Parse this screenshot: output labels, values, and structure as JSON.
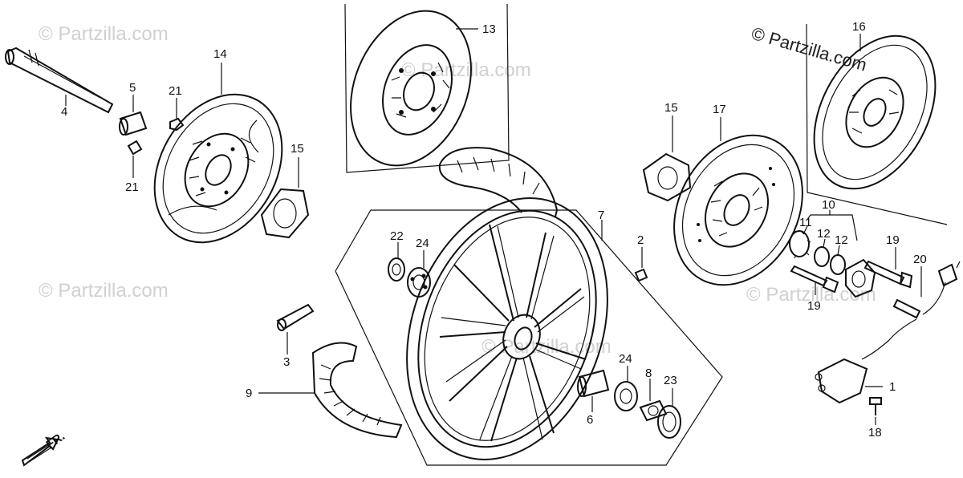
{
  "watermark": {
    "main": "© Partzilla.com",
    "faint": "© Partzilla.com"
  },
  "direction": {
    "label": "FR."
  },
  "callouts": [
    {
      "id": "c1",
      "text": "1"
    },
    {
      "id": "c2",
      "text": "2"
    },
    {
      "id": "c3",
      "text": "3"
    },
    {
      "id": "c4",
      "text": "4"
    },
    {
      "id": "c5",
      "text": "5"
    },
    {
      "id": "c6",
      "text": "6"
    },
    {
      "id": "c7",
      "text": "7"
    },
    {
      "id": "c8",
      "text": "8"
    },
    {
      "id": "c9",
      "text": "9"
    },
    {
      "id": "c10",
      "text": "10"
    },
    {
      "id": "c11",
      "text": "11"
    },
    {
      "id": "c12a",
      "text": "12"
    },
    {
      "id": "c12b",
      "text": "12"
    },
    {
      "id": "c13",
      "text": "13"
    },
    {
      "id": "c14",
      "text": "14"
    },
    {
      "id": "c15a",
      "text": "15"
    },
    {
      "id": "c15b",
      "text": "15"
    },
    {
      "id": "c16",
      "text": "16"
    },
    {
      "id": "c17",
      "text": "17"
    },
    {
      "id": "c18",
      "text": "18"
    },
    {
      "id": "c19a",
      "text": "19"
    },
    {
      "id": "c19b",
      "text": "19"
    },
    {
      "id": "c20",
      "text": "20"
    },
    {
      "id": "c21a",
      "text": "21"
    },
    {
      "id": "c21b",
      "text": "21"
    },
    {
      "id": "c22",
      "text": "22"
    },
    {
      "id": "c23",
      "text": "23"
    },
    {
      "id": "c24a",
      "text": "24"
    },
    {
      "id": "c24b",
      "text": "24"
    }
  ]
}
